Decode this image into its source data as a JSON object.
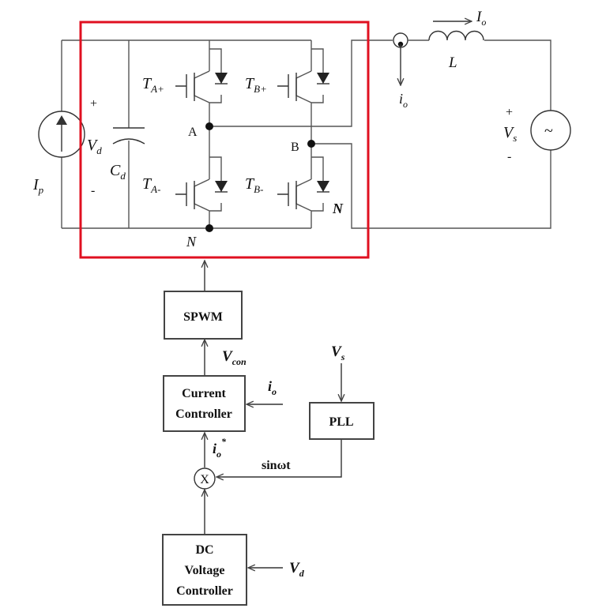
{
  "colors": {
    "highlight_box": "#e01020",
    "wire": "#555555",
    "text": "#111111"
  },
  "circuit": {
    "current_source": {
      "symbol": "I",
      "sub": "p"
    },
    "dc_voltage": {
      "symbol": "V",
      "sub": "d",
      "plus": "+",
      "minus": "-"
    },
    "capacitor": {
      "symbol": "C",
      "sub": "d"
    },
    "switches": {
      "ta_plus": {
        "symbol": "T",
        "sub": "A+"
      },
      "tb_plus": {
        "symbol": "T",
        "sub": "B+"
      },
      "ta_minus": {
        "symbol": "T",
        "sub": "A-"
      },
      "tb_minus": {
        "symbol": "T",
        "sub": "B-"
      }
    },
    "nodes": {
      "a": "A",
      "b": "B",
      "n_bottom": "N",
      "n_right": "N"
    },
    "output_current": {
      "symbol": "i",
      "sub": "o"
    },
    "line_current": {
      "symbol": "I",
      "sub": "o"
    },
    "inductor": "L",
    "grid_voltage": {
      "symbol": "V",
      "sub": "s",
      "plus": "+",
      "minus": "-",
      "glyph": "~"
    }
  },
  "control": {
    "spwm": "SPWM",
    "vcon": {
      "symbol": "V",
      "sub": "con"
    },
    "current_controller": [
      "Current",
      "Controller"
    ],
    "io_input": {
      "symbol": "i",
      "sub": "o"
    },
    "vs_input": {
      "symbol": "V",
      "sub": "s"
    },
    "pll": "PLL",
    "io_ref": {
      "symbol": "i",
      "sub": "o",
      "sup": "*"
    },
    "sin_label": "sinωt",
    "multiplier": "X",
    "dc_voltage_controller": [
      "DC",
      "Voltage",
      "Controller"
    ],
    "vd_input": {
      "symbol": "V",
      "sub": "d"
    }
  }
}
